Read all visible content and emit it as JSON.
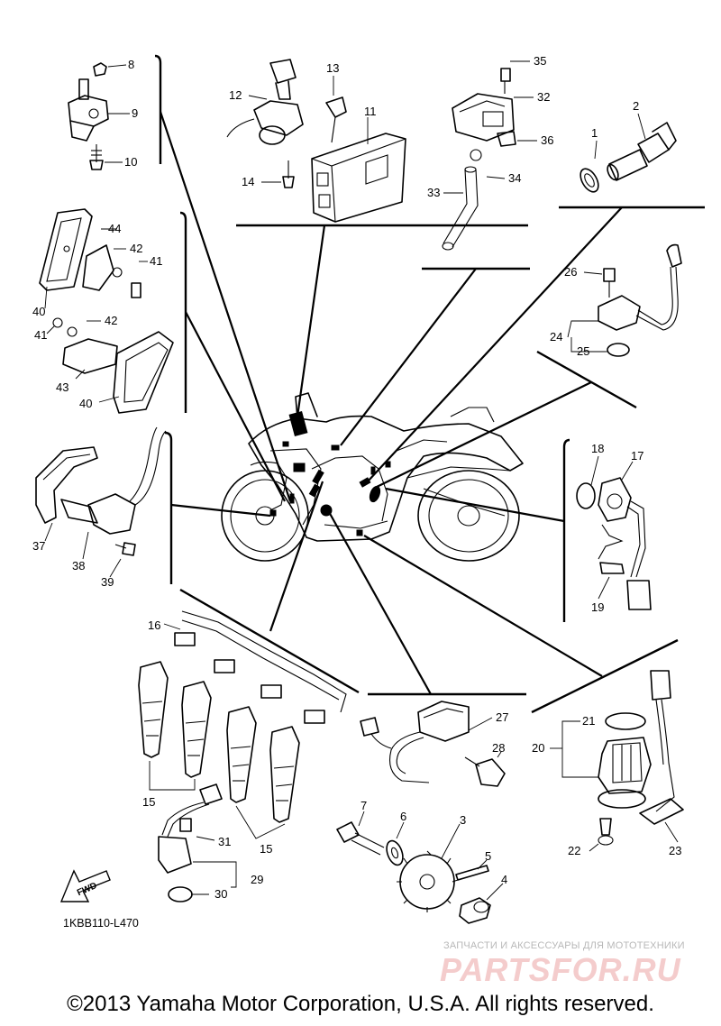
{
  "diagram": {
    "code": "1KBB110-L470",
    "fwd_label": "FWD",
    "callouts": [
      {
        "id": "c1",
        "label": "1"
      },
      {
        "id": "c2",
        "label": "2"
      },
      {
        "id": "c3",
        "label": "3"
      },
      {
        "id": "c4",
        "label": "4"
      },
      {
        "id": "c5",
        "label": "5"
      },
      {
        "id": "c6",
        "label": "6"
      },
      {
        "id": "c7",
        "label": "7"
      },
      {
        "id": "c8",
        "label": "8"
      },
      {
        "id": "c9",
        "label": "9"
      },
      {
        "id": "c10",
        "label": "10"
      },
      {
        "id": "c11",
        "label": "11"
      },
      {
        "id": "c12",
        "label": "12"
      },
      {
        "id": "c13",
        "label": "13"
      },
      {
        "id": "c14",
        "label": "14"
      },
      {
        "id": "c15a",
        "label": "15"
      },
      {
        "id": "c15b",
        "label": "15"
      },
      {
        "id": "c16",
        "label": "16"
      },
      {
        "id": "c17",
        "label": "17"
      },
      {
        "id": "c18",
        "label": "18"
      },
      {
        "id": "c19",
        "label": "19"
      },
      {
        "id": "c20",
        "label": "20"
      },
      {
        "id": "c21",
        "label": "21"
      },
      {
        "id": "c22",
        "label": "22"
      },
      {
        "id": "c23",
        "label": "23"
      },
      {
        "id": "c24",
        "label": "24"
      },
      {
        "id": "c25",
        "label": "25"
      },
      {
        "id": "c26",
        "label": "26"
      },
      {
        "id": "c27",
        "label": "27"
      },
      {
        "id": "c28",
        "label": "28"
      },
      {
        "id": "c29",
        "label": "29"
      },
      {
        "id": "c30",
        "label": "30"
      },
      {
        "id": "c31",
        "label": "31"
      },
      {
        "id": "c32",
        "label": "32"
      },
      {
        "id": "c33",
        "label": "33"
      },
      {
        "id": "c34",
        "label": "34"
      },
      {
        "id": "c35",
        "label": "35"
      },
      {
        "id": "c36",
        "label": "36"
      },
      {
        "id": "c37",
        "label": "37"
      },
      {
        "id": "c38",
        "label": "38"
      },
      {
        "id": "c39",
        "label": "39"
      },
      {
        "id": "c40a",
        "label": "40"
      },
      {
        "id": "c40b",
        "label": "40"
      },
      {
        "id": "c41a",
        "label": "41"
      },
      {
        "id": "c41b",
        "label": "41"
      },
      {
        "id": "c42a",
        "label": "42"
      },
      {
        "id": "c42b",
        "label": "42"
      },
      {
        "id": "c43",
        "label": "43"
      },
      {
        "id": "c44",
        "label": "44"
      }
    ]
  },
  "watermark": {
    "tagline": "ЗАПЧАСТИ И АКСЕССУАРЫ ДЛЯ МОТОТЕХНИКИ",
    "logo": "PARTSFOR.RU"
  },
  "footer": {
    "copyright": "©2013 Yamaha Motor Corporation, U.S.A. All rights reserved."
  }
}
